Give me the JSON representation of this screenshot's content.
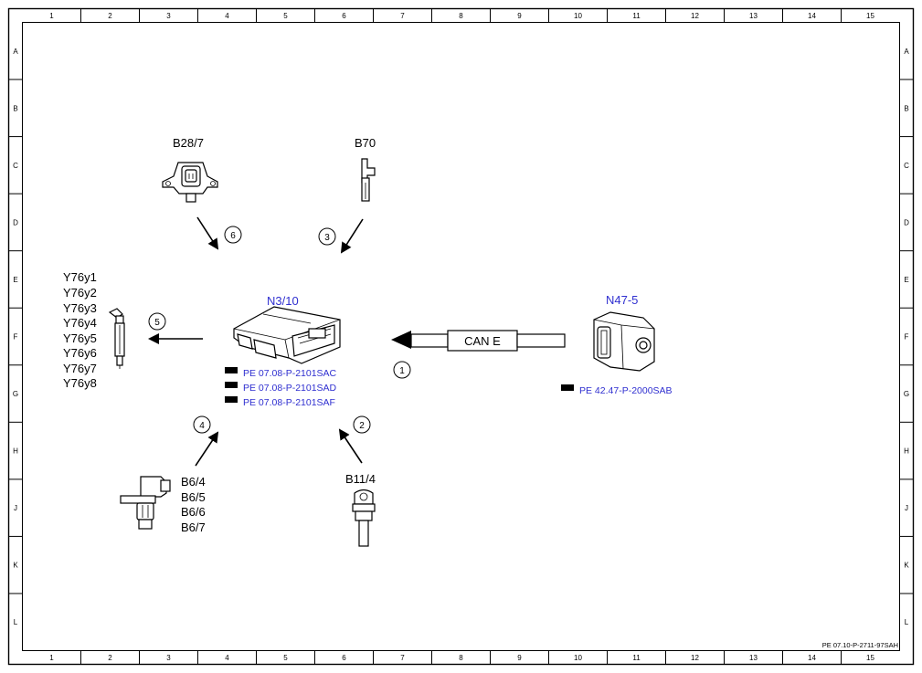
{
  "grid": {
    "columns": [
      "1",
      "2",
      "3",
      "4",
      "5",
      "6",
      "7",
      "8",
      "9",
      "10",
      "11",
      "12",
      "13",
      "14",
      "15"
    ],
    "rows": [
      "A",
      "B",
      "C",
      "D",
      "E",
      "F",
      "G",
      "H",
      "J",
      "K",
      "L"
    ]
  },
  "components": {
    "b28_7": {
      "label": "B28/7"
    },
    "b70": {
      "label": "B70"
    },
    "n3_10": {
      "label": "N3/10",
      "refs": [
        "PE 07.08-P-2101SAC",
        "PE 07.08-P-2101SAD",
        "PE 07.08-P-2101SAF"
      ]
    },
    "n47_5": {
      "label": "N47-5",
      "refs": [
        "PE 42.47-P-2000SAB"
      ]
    },
    "y76": {
      "labels": [
        "Y76y1",
        "Y76y2",
        "Y76y3",
        "Y76y4",
        "Y76y5",
        "Y76y6",
        "Y76y7",
        "Y76y8"
      ]
    },
    "b6": {
      "labels": [
        "B6/4",
        "B6/5",
        "B6/6",
        "B6/7"
      ]
    },
    "b11_4": {
      "label": "B11/4"
    }
  },
  "bus": {
    "label": "CAN E"
  },
  "callouts": [
    "1",
    "2",
    "3",
    "4",
    "5",
    "6"
  ],
  "footer": {
    "doc_id": "PE 07.10-P-2711-97SAH"
  },
  "colors": {
    "reference_blue": "#2f2fd0",
    "line": "#000000"
  }
}
